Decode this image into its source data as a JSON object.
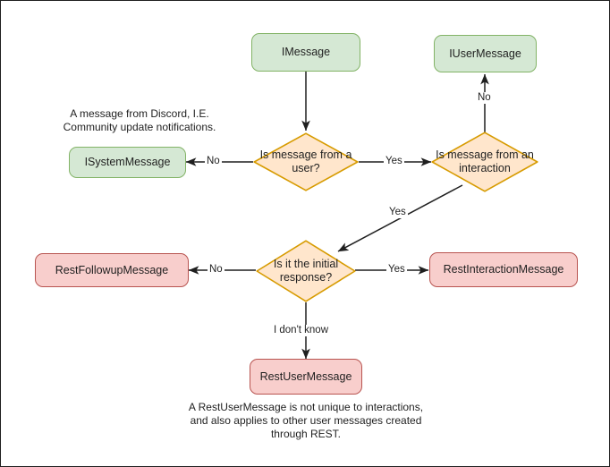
{
  "diagram": {
    "title": "Discord message type decision flowchart",
    "colors": {
      "green_fill": "#d5e8d4",
      "green_stroke": "#82b366",
      "orange_fill": "#ffe6cc",
      "orange_stroke": "#d79b00",
      "pink_fill": "#f8cecc",
      "pink_stroke": "#b85450",
      "edge": "#1f1f1f",
      "frame": "#1f1f1f",
      "background": "#ffffff"
    },
    "nodes": {
      "imessage": "IMessage",
      "iusermessage": "IUserMessage",
      "isystemmessage": "ISystemMessage",
      "restfollowupmessage": "RestFollowupMessage",
      "restinteractionmessage": "RestInteractionMessage",
      "restusermessage": "RestUserMessage"
    },
    "decisions": {
      "from_user": "Is message from a user?",
      "from_interaction": "Is message from an interaction",
      "initial_response": "Is it the initial response?"
    },
    "edge_labels": {
      "user_no": "No",
      "user_yes": "Yes",
      "interaction_no": "No",
      "interaction_yes": "Yes",
      "initial_no": "No",
      "initial_yes": "Yes",
      "dont_know": "I don't know"
    },
    "notes": {
      "system_note": "A message from Discord, I.E.\nCommunity update notifications.",
      "rest_user_note": "A RestUserMessage is not unique to interactions,\nand also applies to other user messages created\nthrough REST."
    }
  }
}
